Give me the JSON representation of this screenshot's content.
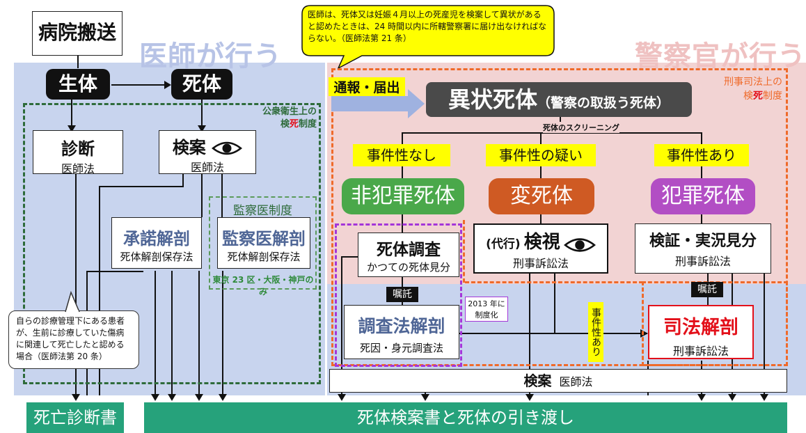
{
  "titles": {
    "doctor_does": "医師が行う",
    "police_does": "警察官が行う"
  },
  "hospital": "病院搬送",
  "living": "生体",
  "dead": "死体",
  "left_system": {
    "line1": "公衆衛生上の",
    "line2_pre": "検",
    "line2_red": "死",
    "line2_post": "制度"
  },
  "right_system": {
    "line1": "刑事司法上の",
    "line2_pre": "検",
    "line2_red": "死",
    "line2_post": "制度"
  },
  "diagnosis": {
    "title": "診断",
    "law": "医師法"
  },
  "inspection_left": {
    "title": "検案",
    "law": "医師法"
  },
  "consent_autopsy": {
    "title": "承諾解剖",
    "law": "死体解剖保存法"
  },
  "medical_examiner": {
    "system": "監察医制度",
    "title": "監察医解剖",
    "law": "死体解剖保存法",
    "area": "東京 23 区・大阪・神戸のみ"
  },
  "callout_top": "医師は、死体又は妊娠４月以上の死産児を検案して異状があると認めたときは、24 時間以内に所轄警察署に届け出なければならない。（医師法第 21 条）",
  "callout_left": "自らの診療管理下にある患者が、生前に診療していた傷病に関連して死亡したと認める場合（医師法第 20 条）",
  "report_arrow": "通報・届出",
  "unnatural_death": {
    "title": "異状死体",
    "sub": "（警察の取扱う死体）"
  },
  "screening": "死体のスクリーニング",
  "criminality": [
    "事件性なし",
    "事件性の疑い",
    "事件性あり"
  ],
  "categories": [
    {
      "label": "非犯罪死体",
      "color": "#4aa84a"
    },
    {
      "label": "変死体",
      "color": "#cf5a23"
    },
    {
      "label": "犯罪死体",
      "color": "#b24ec4"
    }
  ],
  "body_investigation": {
    "title": "死体調査",
    "sub": "かつての死体見分"
  },
  "kenshi": {
    "prefix": "(代行)",
    "title": "検視",
    "law": "刑事訴訟法"
  },
  "verification": {
    "title": "検証・実況見分",
    "law": "刑事訴訟法"
  },
  "commission": "嘱託",
  "investigation_autopsy": {
    "title": "調査法解剖",
    "law": "死因・身元調査法"
  },
  "institutionalized": "2013 年に制度化",
  "criminality_found": "事件性あり",
  "judicial_autopsy": {
    "title": "司法解剖",
    "law": "刑事訴訟法"
  },
  "bottom_inspection": {
    "title": "検案",
    "law": "医師法"
  },
  "death_certificate": "死亡診断書",
  "handover": "死体検案書と死体の引き渡し",
  "colors": {
    "red": "#e3101a",
    "orange": "#ef6a2a",
    "green": "#2e6b3a",
    "purple": "#a435d8",
    "teal": "#26a27b",
    "slate": "#4f6696"
  }
}
